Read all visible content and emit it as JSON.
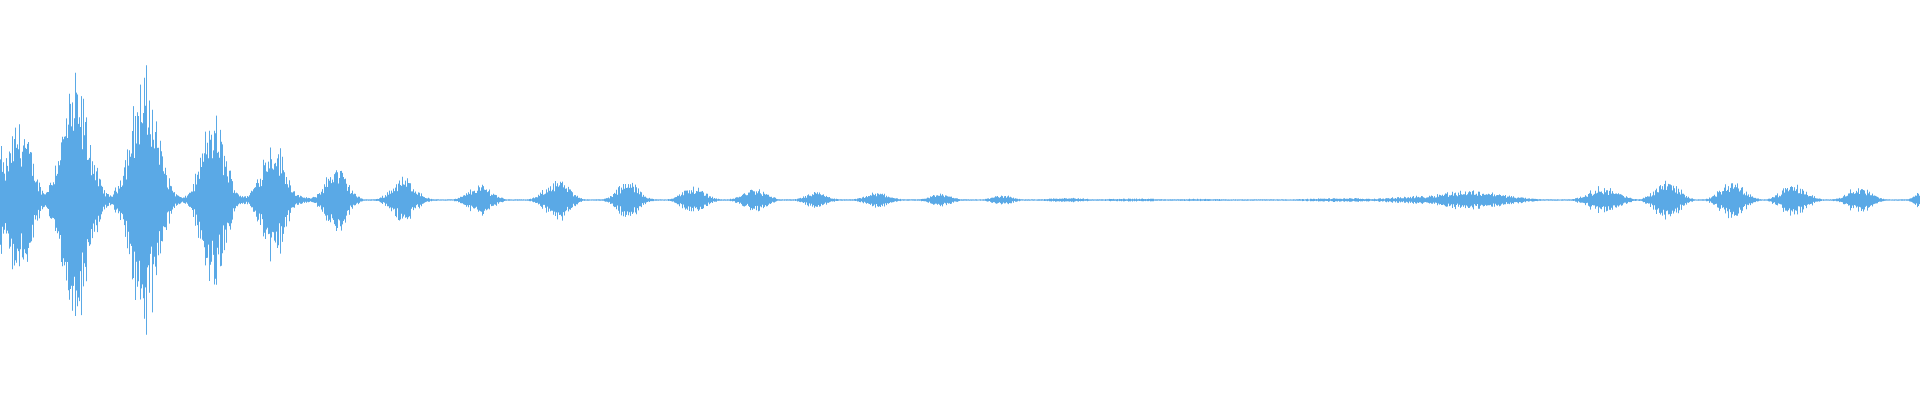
{
  "waveform": {
    "color": "#5aa9e6",
    "background": "#ffffff",
    "bursts": [
      {
        "t": 0.0,
        "amp": 0.28,
        "dur": 0.004
      },
      {
        "t": 0.01,
        "amp": 0.42,
        "dur": 0.012
      },
      {
        "t": 0.039,
        "amp": 0.62,
        "dur": 0.014
      },
      {
        "t": 0.057,
        "amp": 0.03,
        "dur": 0.012
      },
      {
        "t": 0.075,
        "amp": 0.66,
        "dur": 0.014
      },
      {
        "t": 0.088,
        "amp": 0.04,
        "dur": 0.01
      },
      {
        "t": 0.111,
        "amp": 0.44,
        "dur": 0.012
      },
      {
        "t": 0.124,
        "amp": 0.03,
        "dur": 0.008
      },
      {
        "t": 0.142,
        "amp": 0.32,
        "dur": 0.012
      },
      {
        "t": 0.156,
        "amp": 0.02,
        "dur": 0.01
      },
      {
        "t": 0.175,
        "amp": 0.18,
        "dur": 0.011
      },
      {
        "t": 0.21,
        "amp": 0.12,
        "dur": 0.012
      },
      {
        "t": 0.25,
        "amp": 0.08,
        "dur": 0.012
      },
      {
        "t": 0.29,
        "amp": 0.11,
        "dur": 0.012
      },
      {
        "t": 0.327,
        "amp": 0.1,
        "dur": 0.011
      },
      {
        "t": 0.361,
        "amp": 0.07,
        "dur": 0.012
      },
      {
        "t": 0.393,
        "amp": 0.06,
        "dur": 0.012
      },
      {
        "t": 0.425,
        "amp": 0.04,
        "dur": 0.011
      },
      {
        "t": 0.457,
        "amp": 0.04,
        "dur": 0.012
      },
      {
        "t": 0.49,
        "amp": 0.035,
        "dur": 0.011
      },
      {
        "t": 0.522,
        "amp": 0.025,
        "dur": 0.011
      },
      {
        "t": 0.555,
        "amp": 0.012,
        "dur": 0.02
      },
      {
        "t": 0.59,
        "amp": 0.008,
        "dur": 0.03
      },
      {
        "t": 0.625,
        "amp": 0.006,
        "dur": 0.03
      },
      {
        "t": 0.7,
        "amp": 0.01,
        "dur": 0.04
      },
      {
        "t": 0.745,
        "amp": 0.022,
        "dur": 0.04
      },
      {
        "t": 0.765,
        "amp": 0.05,
        "dur": 0.035
      },
      {
        "t": 0.835,
        "amp": 0.07,
        "dur": 0.015
      },
      {
        "t": 0.868,
        "amp": 0.11,
        "dur": 0.012
      },
      {
        "t": 0.902,
        "amp": 0.1,
        "dur": 0.012
      },
      {
        "t": 0.934,
        "amp": 0.08,
        "dur": 0.013
      },
      {
        "t": 0.968,
        "amp": 0.07,
        "dur": 0.012
      },
      {
        "t": 1.0,
        "amp": 0.05,
        "dur": 0.006
      }
    ]
  }
}
